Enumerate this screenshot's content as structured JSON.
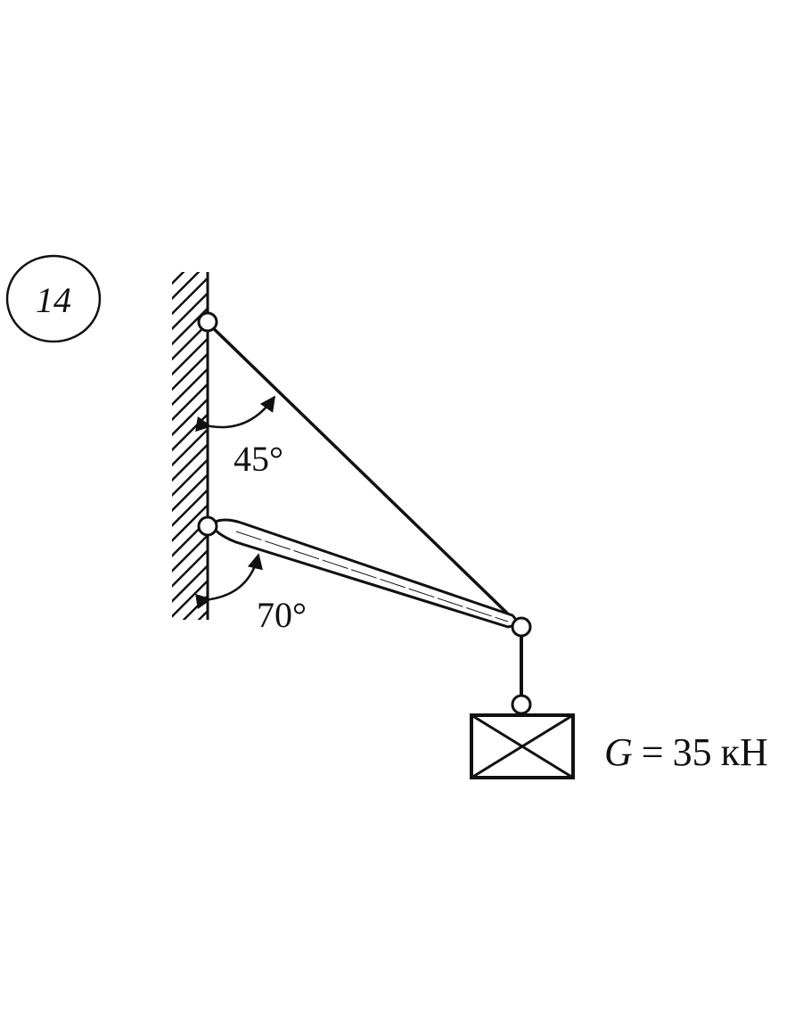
{
  "problem_number": "14",
  "angles": {
    "upper": "45°",
    "lower": "70°"
  },
  "load": {
    "symbol": "G",
    "equals": "=",
    "value": "35",
    "unit": "кН"
  }
}
